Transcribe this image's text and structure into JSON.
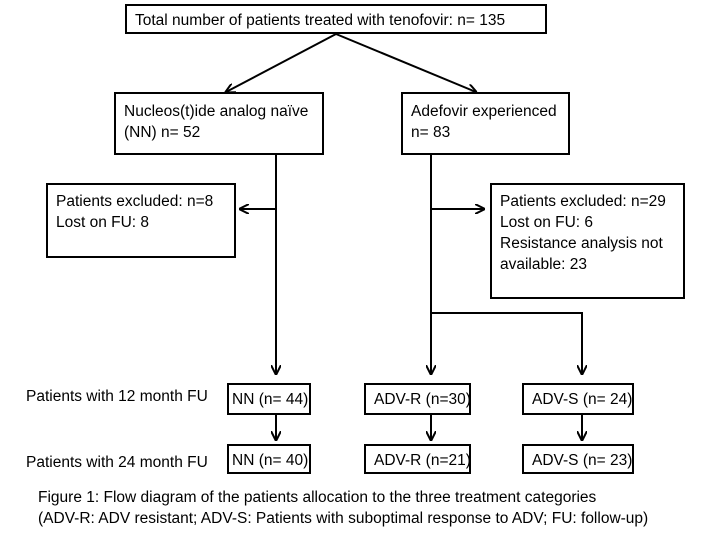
{
  "boxes": {
    "total": {
      "lines": [
        "Total number of patients treated with tenofovir: n= 135"
      ]
    },
    "nn": {
      "lines": [
        "Nucleos(t)ide analog naïve",
        "(NN) n= 52"
      ]
    },
    "adv": {
      "lines": [
        "Adefovir experienced",
        "n= 83"
      ]
    },
    "excluded_nn": {
      "lines": [
        "Patients excluded: n=8",
        "Lost on FU: 8"
      ]
    },
    "excluded_adv": {
      "lines": [
        "Patients excluded: n=29",
        "Lost on FU: 6",
        "Resistance analysis not",
        "available: 23"
      ]
    },
    "nn_12": {
      "lines": [
        "NN (n= 44)"
      ]
    },
    "advr_12": {
      "lines": [
        "ADV-R (n=30)"
      ]
    },
    "advs_12": {
      "lines": [
        "ADV-S (n= 24)"
      ]
    },
    "nn_24": {
      "lines": [
        "NN (n= 40)"
      ]
    },
    "advr_24": {
      "lines": [
        "ADV-R (n=21)"
      ]
    },
    "advs_24": {
      "lines": [
        "ADV-S (n= 23)"
      ]
    }
  },
  "row_labels": {
    "month12": "Patients with 12 month FU",
    "month24": "Patients with 24 month FU"
  },
  "caption": {
    "line1": "Figure 1: Flow diagram of the patients allocation to the three treatment categories",
    "line2": "(ADV-R: ADV resistant; ADV-S: Patients with suboptimal response to ADV; FU: follow-up)"
  }
}
